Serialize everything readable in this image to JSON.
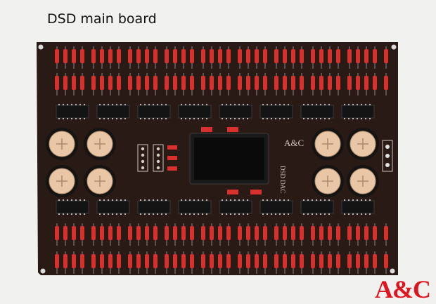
{
  "title": "DSD main board",
  "watermark": {
    "text": "A&C",
    "color": "#e0141e"
  },
  "board": {
    "color": "#2a1a16",
    "silkscreen_logo": "A&C",
    "silkscreen_label": "DSD DAC"
  },
  "colors": {
    "resistor": "#d8302c",
    "chip": "#141414",
    "capacitor_top": "#e9c6a5",
    "capacitor_body": "#161413",
    "display": "#0a0a0a",
    "mount_hole": "#dcdcdc"
  }
}
